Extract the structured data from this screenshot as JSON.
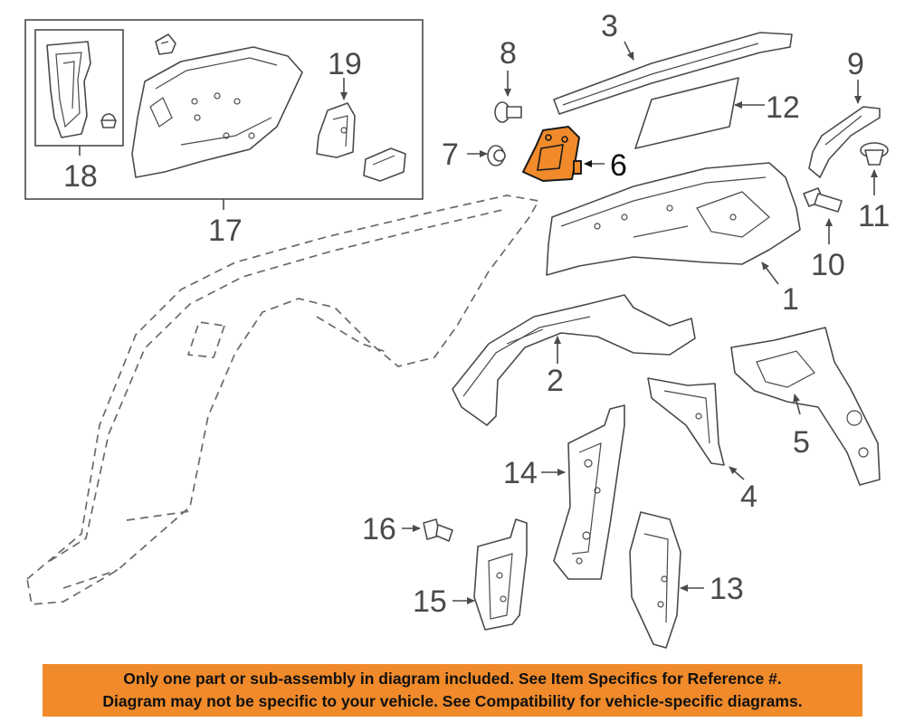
{
  "diagram": {
    "highlight_color": "#f08a2a",
    "highlighted_part": "6",
    "callouts": {
      "c1": "1",
      "c2": "2",
      "c3": "3",
      "c4": "4",
      "c5": "5",
      "c6": "6",
      "c7": "7",
      "c8": "8",
      "c9": "9",
      "c10": "10",
      "c11": "11",
      "c12": "12",
      "c13": "13",
      "c14": "14",
      "c15": "15",
      "c16": "16",
      "c17": "17",
      "c18": "18",
      "c19": "19"
    }
  },
  "banner": {
    "line1": "Only one part or sub-assembly in diagram included. See Item Specifics for Reference #.",
    "line2": "Diagram may not be specific to your vehicle. See Compatibility for vehicle-specific diagrams.",
    "background": "#f08a2a"
  }
}
